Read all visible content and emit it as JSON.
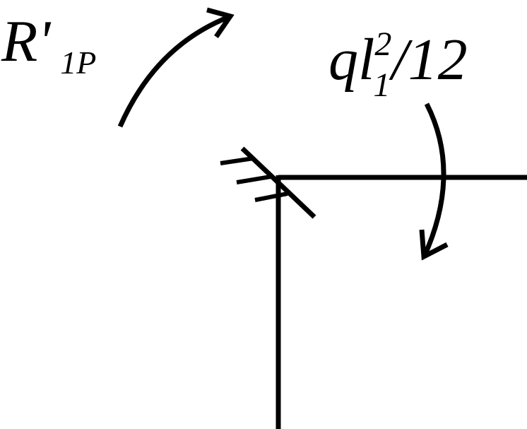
{
  "labels": {
    "reaction": {
      "main": "R'",
      "subscript": "1P"
    },
    "fixed_end_moment": {
      "q": "q",
      "l": "l",
      "superscript": "2",
      "subscript": "1",
      "suffix": "/12"
    }
  },
  "colors": {
    "ink": "#000000",
    "background": "#ffffff"
  },
  "icons": {
    "reaction_arrow": "clockwise-arc-arrow",
    "moment_arrow": "clockwise-arc-arrow",
    "support": "fixed-support-hatching"
  }
}
